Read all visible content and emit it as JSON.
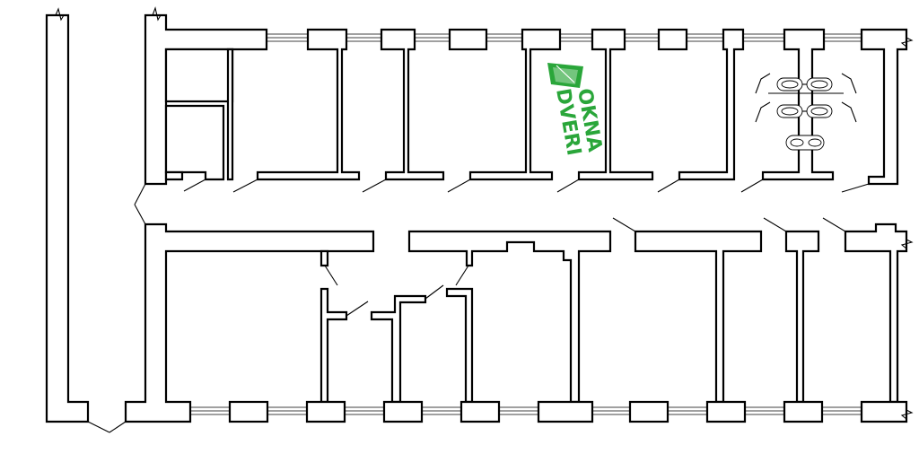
{
  "logo": {
    "line1": "OKNA",
    "line2": "DVERI",
    "color": "#2aa63a",
    "icon": "window-icon"
  },
  "fixtures": {
    "sink_count": 5
  }
}
